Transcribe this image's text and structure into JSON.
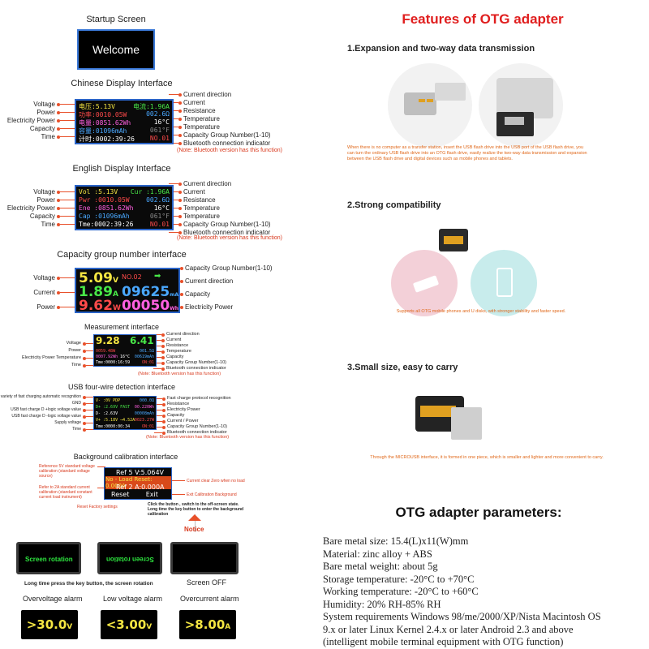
{
  "startup": {
    "title": "Startup Screen",
    "text": "Welcome"
  },
  "chinese": {
    "title": "Chinese Display Interface",
    "left_labels": [
      "Voltage",
      "Power",
      "Electricity Power",
      "Capacity",
      "Time"
    ],
    "right_labels": [
      "Current direction",
      "Current",
      "Resistance",
      "Temperature",
      "Temperature",
      "Capacity Group Number(1-10)",
      "Bluetooth connection indicator"
    ],
    "note": "(Note: Bluetooth version has this function)",
    "rows": [
      "电压:5.13V",
      "功率:0010.05W",
      "电量:0851.62Wh",
      "容量:01096mAh",
      "计时:0002:39:26"
    ],
    "rows_right": [
      "电流:1.96A",
      "002.6Ω",
      "16°C",
      "061°F",
      "NO.01"
    ]
  },
  "english": {
    "title": "English Display Interface",
    "left_labels": [
      "Voltage",
      "Power",
      "Electricity Power",
      "Capacity",
      "Time"
    ],
    "right_labels": [
      "Current direction",
      "Current",
      "Resistance",
      "Temperature",
      "Temperature",
      "Capacity Group Number(1-10)",
      "Bluetooth connection indicator"
    ],
    "note": "(Note: Bluetooth version has this function)",
    "rows": [
      "Vol :5.13V",
      "Pwr :0010.05W",
      "Ene :0851.62Wh",
      "Cap :01096mAh",
      "Tme:0002:39:26"
    ],
    "rows_right": [
      "Cur :1.96A",
      "002.6Ω",
      "16°C",
      "061°F",
      "NO.01"
    ]
  },
  "capacity": {
    "title": "Capacity group number interface",
    "left_labels": [
      "Voltage",
      "Current",
      "Power"
    ],
    "right_labels": [
      "Capacity Group Number(1-10)",
      "Current direction",
      "Capacity",
      "Electricity Power"
    ],
    "voltage": "5.09",
    "voltage_unit": "V",
    "group": "NO.02",
    "current": "1.89",
    "current_unit": "A",
    "cap": "09625",
    "cap_unit": "mAh",
    "power": "9.62",
    "power_unit": "W",
    "energy": "00050",
    "energy_unit": "Wh"
  },
  "measurement": {
    "title": "Measurement interface",
    "left_labels": [
      "Voltage",
      "Power",
      "Electricity Power Temperature",
      "Time"
    ],
    "right_labels": [
      "Current direction",
      "Current",
      "Resistance",
      "Temperature",
      "Capacity",
      "Capacity Group Number(1-10)",
      "Bluetooth connection indicator"
    ],
    "note": "(Note: Bluetooth version has this function)",
    "voltage": "9.28",
    "current": "6.41",
    "r1": "0059.48W",
    "r1b": "001.5Ω",
    "r2": "0007.92Wh",
    "r2b": "16°C",
    "r2c": "00619mAh",
    "r3": "Tme:0000:16:59",
    "r3b": "ON:01"
  },
  "usb": {
    "title": "USB four-wire detection interface",
    "left_labels": [
      "A variety of fast charging automatic recognition",
      "GND",
      "USB fast charge D +logic voltage value",
      "USB fast charge D -logic voltage value",
      "Supply voltage",
      "Time"
    ],
    "right_labels": [
      "Fast charge protocol recognition",
      "Resistance",
      "Electricity Power",
      "Capacity",
      "Current / Power",
      "Capacity Group Number(1-10)",
      "Bluetooth connection indicator"
    ],
    "note": "(Note: Bluetooth version has this function)",
    "rows": [
      "V- :0V   PDP",
      "D+ :2.69V  FAST",
      "D- :2.63V",
      "V+ :5.18V ⟶4.52A",
      "Tme:0000:00:34"
    ],
    "rows_right": [
      "000.0Ω",
      "00.220Wh",
      "00008mAh",
      "0023.27W",
      "ON:01"
    ]
  },
  "calibration": {
    "title": "Background calibration interface",
    "left_labels": [
      "Reference 5V standard voltage calibration (standard voltage source)",
      "Refer to 2A standard current calibration (standard constant current load instrument)",
      "Reset Factory settings"
    ],
    "right_labels": [
      "Current clear Zero when no load",
      "Exit Calibration Background"
    ],
    "rows": [
      "Ref 5 V:5.064V",
      "No - Load Reset: 0.000A",
      "Ref 2 A:0.000A",
      "Reset        Exit"
    ],
    "hint": "Click the button , switch to the off-screen state. Long time the key button to enter the background calibration",
    "notice": "Notice"
  },
  "rotation": {
    "screen1": "Screen rotation",
    "screen2": "Screen rotation",
    "caption": "Long time press the key button, the screen rotation",
    "off": "Screen OFF"
  },
  "alarms": [
    {
      "title": "Overvoltage alarm",
      "value": ">30.0",
      "unit": "V"
    },
    {
      "title": "Low voltage alarm",
      "value": "<3.00",
      "unit": "V"
    },
    {
      "title": "Overcurrent alarm",
      "value": ">8.00",
      "unit": "A"
    }
  ],
  "features": {
    "title": "Features of OTG adapter",
    "f1": "1.Expansion and two-way data transmission",
    "f1_text": "When there is no computer as a transfer station, insert the USB flash drive into the USB port of the USB flash drive, you can turn the ordinary USB flash drive into an OTG flash drive, easily realize the two-way data transmission and expansion between the USB flash drive and digital devices such as mobile phones and tablets.",
    "f2": "2.Strong compatibility",
    "f2_text": "Supports all OTG mobile phones and U disks, with stronger stability and faster speed.",
    "f3": "3.Small size, easy to carry",
    "f3_text": "Through the MICROUSB interface, it is formed in one piece, which is smaller and lighter and more convenient to carry."
  },
  "params": {
    "title": "OTG adapter parameters:",
    "lines": [
      "Bare metal size: 15.4(L)x11(W)mm",
      "Material: zinc alloy + ABS",
      "Bare metal weight: about 5g",
      "Storage temperature: -20°C to +70°C",
      "Working temperature: -20°C to +60°C",
      "Humidity: 20% RH-85% RH",
      "System requirements Windows 98/me/2000/XP/Nista Macintosh OS",
      "9.x or later Linux Kernel 2.4.x or later Android 2.3 and above",
      "(intelligent mobile terminal equipment with OTG function)"
    ]
  },
  "colors": {
    "accent": "#e01e1e",
    "orange": "#e8502a",
    "screen_border": "#2a64c8"
  }
}
